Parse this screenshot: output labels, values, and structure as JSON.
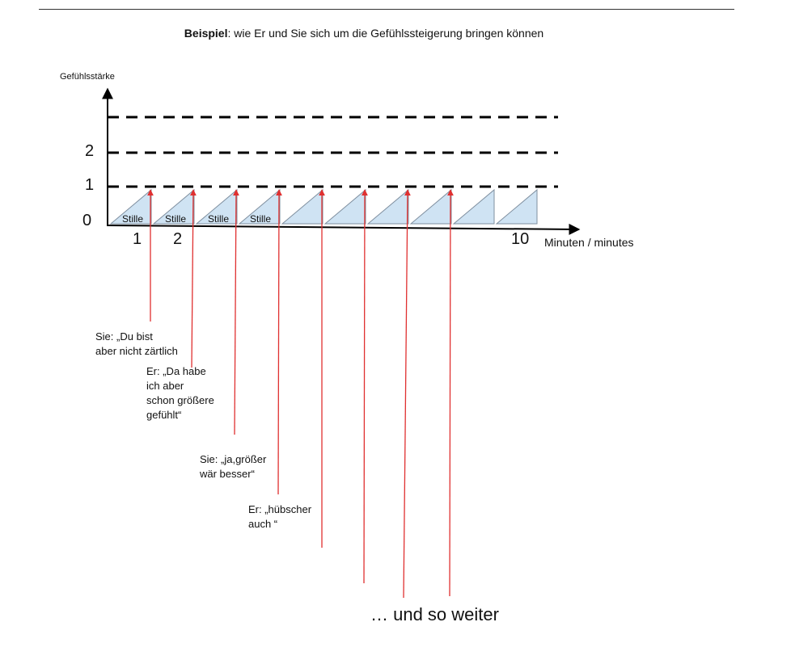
{
  "title": {
    "bold": "Beispiel",
    "rest": ": wie Er und Sie sich um die Gefühlssteigerung bringen können"
  },
  "axes": {
    "y_label": "Gefühlsstärke",
    "x_label": "Minuten / minutes",
    "y_ticks": [
      "0",
      "1",
      "2"
    ],
    "x_ticks": [
      "1",
      "2",
      "10"
    ]
  },
  "stille_label": "Stille",
  "notes": [
    "Sie: „Du bist\naber nicht zärtlich",
    "Er: „Da habe\nich aber\nschon größere\ngefühlt“",
    "Sie: „ja,größer\n wär besser“",
    "Er: „hübscher\nauch “"
  ],
  "footer": "… und so weiter",
  "colors": {
    "triangle_fill": "#cfe3f3",
    "triangle_stroke": "#7f8f9f",
    "arrow": "#e03030",
    "axis": "#000000"
  }
}
